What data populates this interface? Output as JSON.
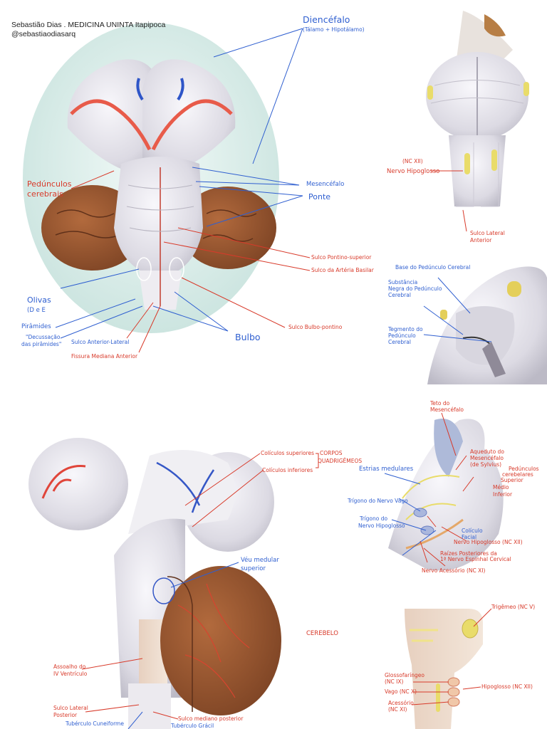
{
  "credit": {
    "author": "Sebastião Dias . MEDICINA UNINTA Itapipoca",
    "handle": "@sebastiaodiasarq"
  },
  "labels": {
    "diencefalo": "Diencéfalo",
    "diencefalo_sub": "(Tálamo + Hipotálamo)",
    "pedunculos": "Pedúnculos",
    "pedunculos_2": "cerebrais",
    "mesencefalo": "Mesencéfalo",
    "ponte": "Ponte",
    "sulco_pontino": "Sulco Pontino-superior",
    "sulco_arteria": "Sulco da Artéria Basilar",
    "olivas": "Olivas",
    "olivas_2": "(D e E",
    "piramides": "Pirâmides",
    "decussacao": "\"Decussação",
    "decussacao_2": "das pirâmides\"",
    "sulco_ant_lat": "Sulco Anterior-Lateral",
    "fissura": "Fissura Mediana Anterior",
    "bulbo": "Bulbo",
    "sulco_bulbo": "Sulco Bulbo-pontino",
    "nc12": "(NC XII)",
    "nervo_hipoglosso": "Nervo Hipoglosso",
    "sulco_lat_ant": "Sulco Lateral",
    "sulco_lat_ant_2": "Anterior",
    "base_pedunculo": "Base do Pedúnculo Cerebral",
    "substancia": "Substância",
    "substancia_2": "Negra do Pedúnculo",
    "substancia_3": "Cerebral",
    "tegmento": "Tegmento do",
    "tegmento_2": "Pedúnculo",
    "tegmento_3": "Cerebral",
    "coliculos_sup": "Colículos superiores",
    "coliculos_inf": "Colículos inferiores",
    "corpos": "CORPOS",
    "quadrigemeos": "QUADRIGÊMEOS",
    "veu": "Véu medular",
    "veu_2": "superior",
    "cerebelo": "CEREBELO",
    "assoalho": "Assoalho do",
    "assoalho_2": "IV Ventrículo",
    "sulco_lat_post": "Sulco Lateral",
    "sulco_lat_post_2": "Posterior",
    "tuberculo_cun": "Tubérculo Cuneiforme",
    "sulco_med_post": "Sulco mediano posterior",
    "tuberculo_gra": "Tubérculo Grácil",
    "teto": "Teto do",
    "teto_2": "Mesencéfalo",
    "aqueduto": "Aqueduto do",
    "aqueduto_2": "Mesencéfalo",
    "aqueduto_3": "(de Sylvius)",
    "pedunculos_cb": "Pedúnculos",
    "pedunculos_cb_2": "cerebelares",
    "ped_superior": "Superior",
    "ped_medio": "Médio",
    "ped_inferior": "Inferior",
    "estrias": "Estrias medulares",
    "trigono_vago": "Trígono do Nervo Vago",
    "trigono_hipo": "Trígono do",
    "trigono_hipo_2": "Nervo Hipoglosso",
    "coliculo_facial": "Colículo",
    "coliculo_facial_2": "Facial",
    "nervo_hipo_post": "Nervo Hipoglosso (NC XII)",
    "raizes": "Raízes Posteriores da",
    "raizes_2": "1ª Nervo Espinhal Cervical",
    "nervo_acessorio": "Nervo Acessório (NC XI)",
    "trigemeo": "Trigêmeo (NC V)",
    "glosso": "Glossofaríngeo",
    "glosso_2": "(NC IX)",
    "vago": "Vago (NC X)",
    "acessorio": "Acessório",
    "acessorio_2": "(NC XI)",
    "hipoglosso_lat": "Hipoglosso (NC XII)"
  },
  "colors": {
    "blue_ink": "#2f5fd0",
    "red_ink": "#d83a2a",
    "cerebellum": "#9c5a33",
    "model_white": "#e8e6ec",
    "tray": "#d5ece8"
  }
}
